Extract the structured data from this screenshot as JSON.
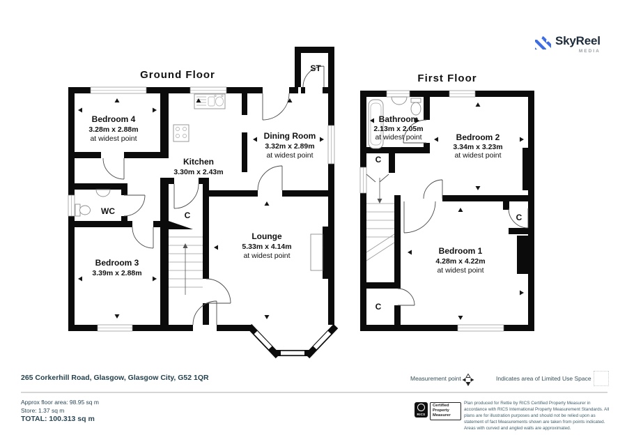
{
  "logo": {
    "name": "SkyReel",
    "sub": "MEDIA",
    "icon": "video-camera-icon",
    "accent_color": "#3E6DE3",
    "name_color": "#1c2a39"
  },
  "floors": {
    "ground": {
      "title": "Ground Floor",
      "rooms": {
        "bedroom4": {
          "name": "Bedroom 4",
          "dims": "3.28m x 2.88m",
          "note": "at widest point"
        },
        "kitchen": {
          "name": "Kitchen",
          "dims": "3.30m x 2.43m"
        },
        "dining": {
          "name": "Dining Room",
          "dims": "3.32m x 2.89m",
          "note": "at widest point"
        },
        "wc": {
          "name": "WC"
        },
        "bedroom3": {
          "name": "Bedroom 3",
          "dims": "3.39m x 2.88m"
        },
        "lounge": {
          "name": "Lounge",
          "dims": "5.33m x 4.14m",
          "note": "at widest point"
        },
        "store": {
          "name": "ST"
        },
        "cupboard": {
          "name": "C"
        }
      }
    },
    "first": {
      "title": "First Floor",
      "rooms": {
        "bathroom": {
          "name": "Bathroom",
          "dims": "2.13m x 2.05m",
          "note": "at widest point"
        },
        "bedroom2": {
          "name": "Bedroom 2",
          "dims": "3.34m x 3.23m",
          "note": "at widest point"
        },
        "bedroom1": {
          "name": "Bedroom 1",
          "dims": "4.28m x 4.22m",
          "note": "at widest point"
        },
        "cupboard": {
          "name": "C"
        }
      }
    }
  },
  "address": "265 Corkerhill Road, Glasgow, Glasgow City, G52 1QR",
  "legend": {
    "measurement_label": "Measurement point",
    "measurement_icon": "measurement-point-icon",
    "limited_label": "Indicates area of  Limited Use Space",
    "limited_icon": "limited-use-space-icon"
  },
  "areas": {
    "floor": "Approx floor area: 98.95 sq m",
    "store": "Store: 1.37 sq m",
    "total": "TOTAL: 100.313 sq m"
  },
  "certification": {
    "rics": "RICS",
    "label_line1": "Certified",
    "label_line2": "Property",
    "label_line3": "Measurer",
    "disclaimer": "Plan produced for Rettie by RICS Certified Property Measurer in accordance with RICS International Property  Measurement Standards.  All plans are for illustration purposes and should not be relied upon as statement of fact Measurements shown are taken from points indicated. Areas with curved and angled walls are approximated."
  },
  "colors": {
    "wall": "#0b0b0b",
    "footer_text": "#2c4856",
    "divider": "#d6d6d6"
  }
}
